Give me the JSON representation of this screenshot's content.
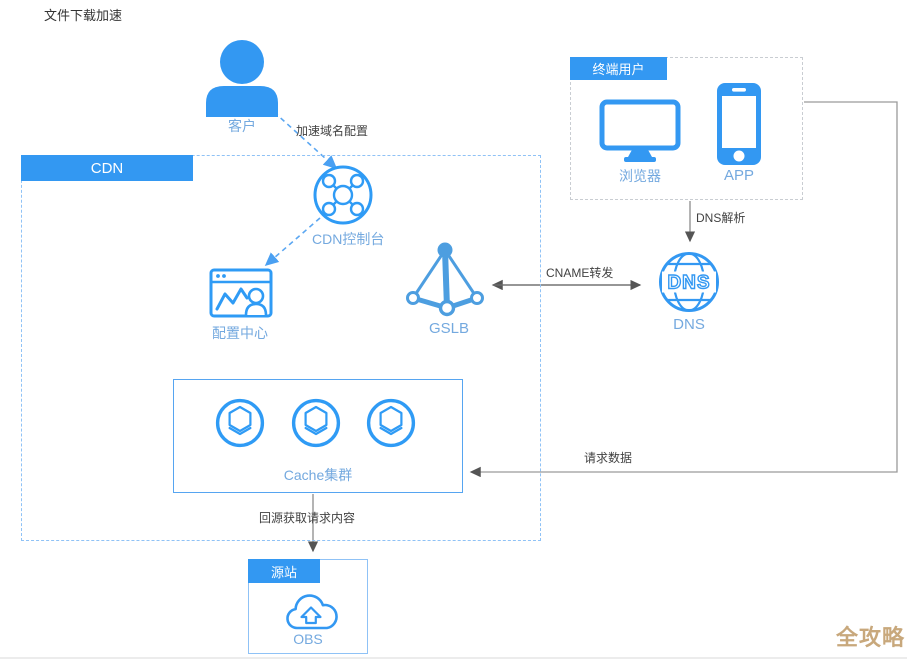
{
  "title": "文件下载加速",
  "watermark": "全攻略",
  "colors": {
    "primary_blue": "#3398F2",
    "label_blue": "#74A9DF",
    "arrow_gray": "#8C8C8C",
    "dashed_blue": "#5BA7F2",
    "watermark_gold": "#C8A87C"
  },
  "nodes": {
    "customer": {
      "label": "客户"
    },
    "cdn": {
      "label": "CDN"
    },
    "cdn_console": {
      "label": "CDN控制台"
    },
    "config_center": {
      "label": "配置中心"
    },
    "gslb": {
      "label": "GSLB"
    },
    "cache_cluster": {
      "label": "Cache集群"
    },
    "end_user": {
      "label": "终端用户"
    },
    "browser": {
      "label": "浏览器"
    },
    "app": {
      "label": "APP"
    },
    "dns": {
      "label": "DNS",
      "icon_text": "DNS"
    },
    "origin": {
      "label": "源站"
    },
    "obs": {
      "label": "OBS"
    }
  },
  "edges": {
    "domain_config": {
      "label": "加速域名配置"
    },
    "dns_resolution": {
      "label": "DNS解析"
    },
    "cname_forward": {
      "label": "CNAME转发"
    },
    "request_data": {
      "label": "请求数据"
    },
    "origin_fetch": {
      "label": "回源获取请求内容"
    }
  }
}
